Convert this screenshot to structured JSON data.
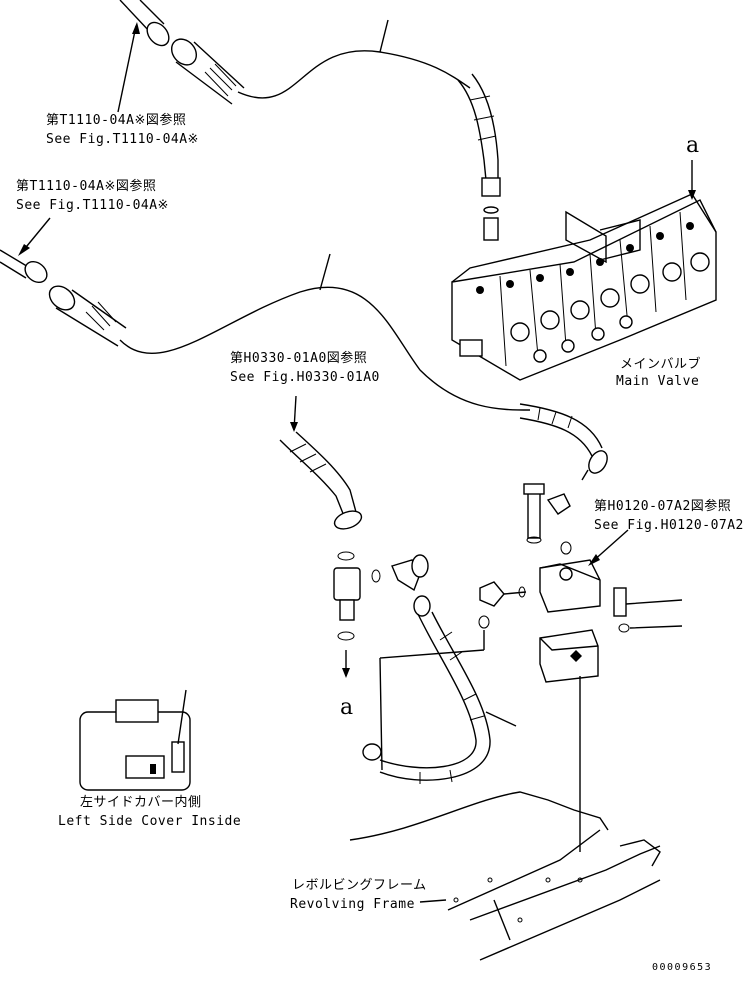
{
  "diagram": {
    "labels": {
      "ref_top_jp": "第T1110-04A※図参照",
      "ref_top_en": "See Fig.T1110-04A※",
      "ref_left_jp": "第T1110-04A※図参照",
      "ref_left_en": "See Fig.T1110-04A※",
      "ref_mid_jp": "第H0330-01A0図参照",
      "ref_mid_en": "See Fig.H0330-01A0",
      "ref_right_jp": "第H0120-07A2図参照",
      "ref_right_en": "See Fig.H0120-07A2",
      "main_valve_jp": "メインバルブ",
      "main_valve_en": "Main Valve",
      "side_cover_jp": "左サイドカバー内側",
      "side_cover_en": "Left Side Cover Inside",
      "frame_jp": "レボルビングフレーム",
      "frame_en": "Revolving Frame",
      "marker_top": "a",
      "marker_bottom": "a",
      "drawing_code": "00009653"
    }
  }
}
